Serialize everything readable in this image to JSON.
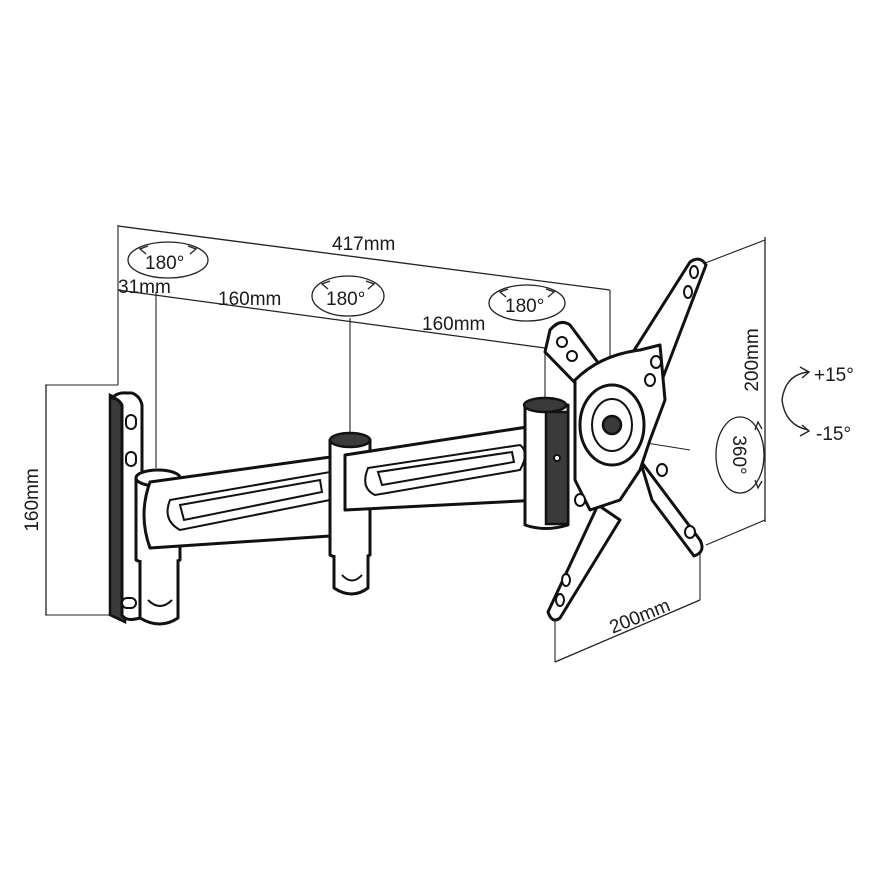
{
  "dimensions": {
    "overall_length": "417mm",
    "wall_plate_offset": "31mm",
    "arm1_length": "160mm",
    "arm2_length": "160mm",
    "plate_height": "160mm",
    "vesa_vertical": "200mm",
    "vesa_horizontal": "200mm"
  },
  "rotations": {
    "wall_swivel": "180°",
    "middle_swivel": "180°",
    "head_swivel": "180°",
    "rotation": "360°",
    "tilt_up": "+15°",
    "tilt_down": "-15°"
  }
}
